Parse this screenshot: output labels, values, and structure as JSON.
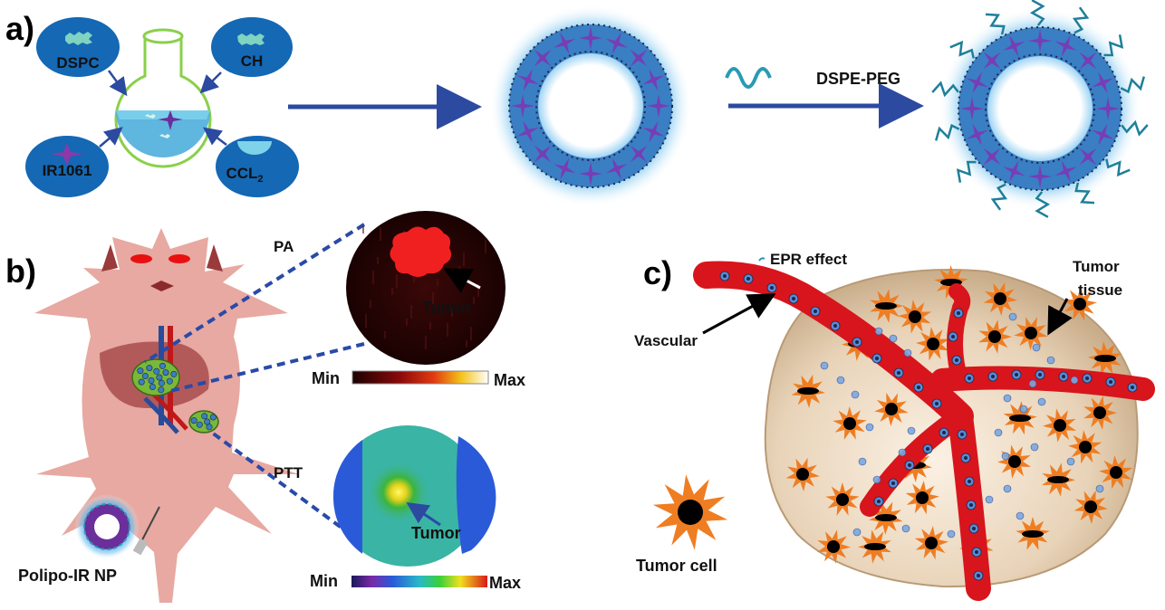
{
  "panels": {
    "a": "a)",
    "b": "b)",
    "c": "c)"
  },
  "panel_a": {
    "ingredients": [
      "DSPC",
      "CH",
      "IR1061"
    ],
    "ccl_main": "CCL",
    "ccl_sub": "2",
    "dspe_peg": "DSPE-PEG"
  },
  "panel_b": {
    "pa_label": "PA",
    "ptt_label": "PTT",
    "tumor_label": "Tumor",
    "scale_min": "Min",
    "scale_max": "Max",
    "np_label": "Polipo-IR  NP"
  },
  "panel_c": {
    "epr_label": "EPR effect",
    "vascular_label": "Vascular",
    "tumor_tissue_line1": "Tumor",
    "tumor_tissue_line2": "tissue",
    "tumor_cell_label": "Tumor  cell"
  },
  "colors": {
    "ellipse_blue": "#1468b4",
    "arrow_blue": "#2b4aa0",
    "vessel_red": "#d8151c",
    "cell_orange": "#ef7d22",
    "mouse_pink": "#e7a9a1",
    "membrane_purple": "#6a2f9b"
  }
}
